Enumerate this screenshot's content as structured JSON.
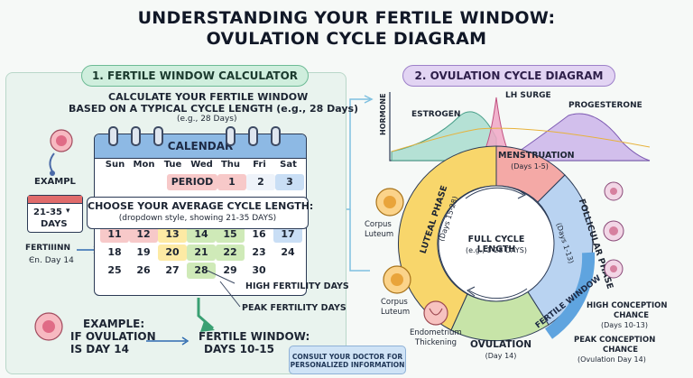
{
  "title": {
    "line1": "UNDERSTANDING YOUR FERTILE WINDOW:",
    "line2": "OVULATION CYCLE DIAGRAM"
  },
  "left": {
    "section_title": "1. FERTILE WINDOW CALCULATOR",
    "intro_line1": "CALCULATE YOUR FERTILE WINDOW",
    "intro_line2": "BASED ON A TYPICAL CYCLE LENGTH (e.g., 28 Days)",
    "intro_line3": "(e.g., 28 Days)",
    "calendar": {
      "title": "CALENDAR",
      "weekdays": [
        "Sun",
        "Mon",
        "Tue",
        "Wed",
        "Thu",
        "Fri",
        "Sat"
      ],
      "period_label": "PERIOD",
      "row1": [
        "1",
        "2",
        "3"
      ],
      "row3": [
        "11",
        "12",
        "13",
        "14",
        "15",
        "16",
        "17"
      ],
      "row4": [
        "18",
        "19",
        "20",
        "21",
        "22",
        "23",
        "24"
      ],
      "row5": [
        "25",
        "26",
        "27",
        "28",
        "29",
        "30"
      ]
    },
    "cycle_select": {
      "title": "CHOOSE YOUR AVERAGE CYCLE LENGTH:",
      "subtitle": "(dropdown style, showing 21-35 DAYS)"
    },
    "example_side": "EXAMPL",
    "days_range": "21-35",
    "days_word": "DAYS",
    "fertile_side_1": "FERTIIINN",
    "fertile_side_2": "Єn. Day 14",
    "high_fertility": "HIGH FERTILITY DAYS",
    "peak_fertility": "PEAK FERTILITY DAYS",
    "example_title": "EXAMPLE:",
    "example_line1": "IF OVULATION",
    "example_line2": "IS DAY 14",
    "result_line1": "FERTILE WINDOW:",
    "result_line2": "DAYS 10-15"
  },
  "right": {
    "section_title": "2. OVULATION CYCLE DIAGRAM",
    "hormone_axis": "HORMONE",
    "estrogen": "ESTROGEN",
    "lh_surge": "LH SURGE",
    "progesterone": "PROGESTERONE",
    "center_title": "FULL CYCLE LENGTH",
    "center_sub": "(e.g., 1-28 DAYS)",
    "menstruation": "MENSTRUATION",
    "menstruation_days": "(Days 1-5)",
    "follicular": "FOLLICULAR PHASE",
    "follicular_days": "(Days 1-13)",
    "luteal": "LUTEAL PHASE",
    "luteal_days": "(Days 15-28)",
    "ovulation": "OVULATION",
    "ovulation_days": "(Day 14)",
    "fertile_window": "FERTILE WINDOW",
    "corpus1": "Corpus",
    "luteum1": "Luteum",
    "corpus2": "Corpus",
    "luteum2": "Luteum",
    "endo1": "Endometrium",
    "endo2": "Thickening",
    "high_conc": "HIGH CONCEPTION",
    "high_conc2": "CHANCE",
    "high_conc_days": "(Days 10-13)",
    "peak_conc": "PEAK CONCEPTION",
    "peak_conc2": "CHANCE",
    "peak_conc_days": "(Ovulation Day 14)"
  },
  "footer": {
    "line1": "CONSULT YOUR DOCTOR FOR",
    "line2": "PERSONALIZED INFORMATION"
  },
  "colors": {
    "menstruation": "#f4a9a6",
    "follicular": "#b9d3f1",
    "ovulation": "#c7e4a8",
    "luteal": "#f8d66b",
    "estrogen": "#7fc6b4",
    "lh": "#e48ab0",
    "progesterone": "#b497d9"
  }
}
